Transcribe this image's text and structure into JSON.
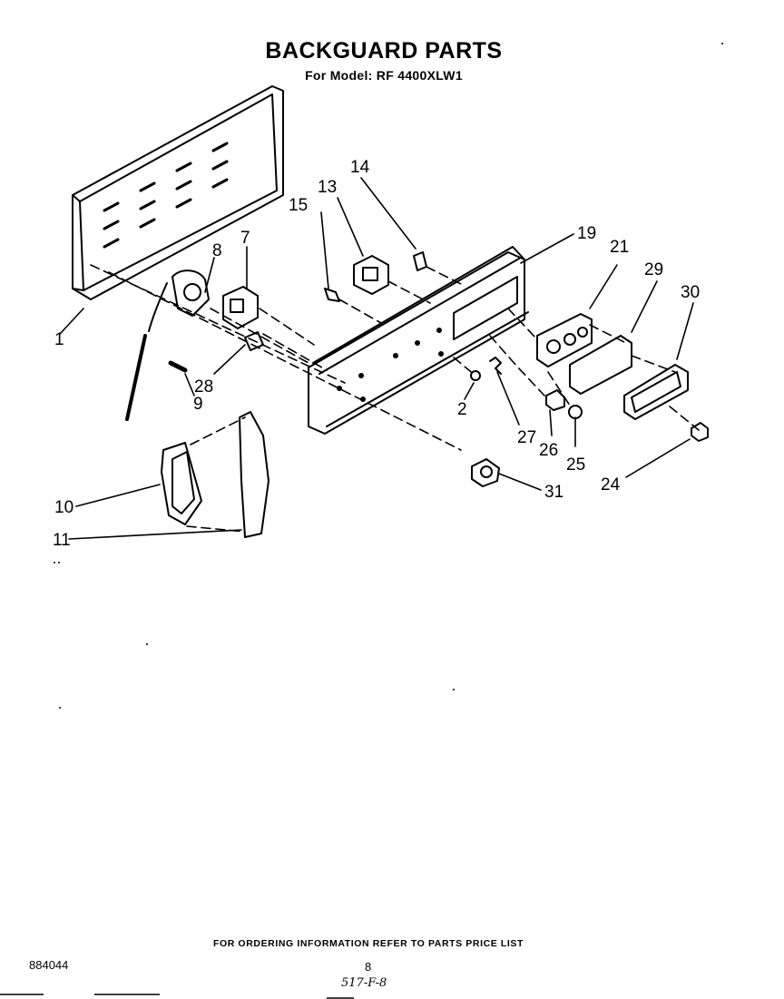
{
  "header": {
    "title": "BACKGUARD PARTS",
    "subtitle": "For Model: RF 4400XLW1"
  },
  "callouts": [
    "1",
    "2",
    "7",
    "8",
    "9",
    "10",
    "11",
    "13",
    "14",
    "15",
    "19",
    "21",
    "24",
    "25",
    "26",
    "27",
    "28",
    "29",
    "30",
    "31"
  ],
  "footer": {
    "ordering_note": "FOR ORDERING INFORMATION REFER TO PARTS PRICE LIST",
    "doc_number": "884044",
    "page_number": "8",
    "handwritten_ref": "517-F-8"
  }
}
